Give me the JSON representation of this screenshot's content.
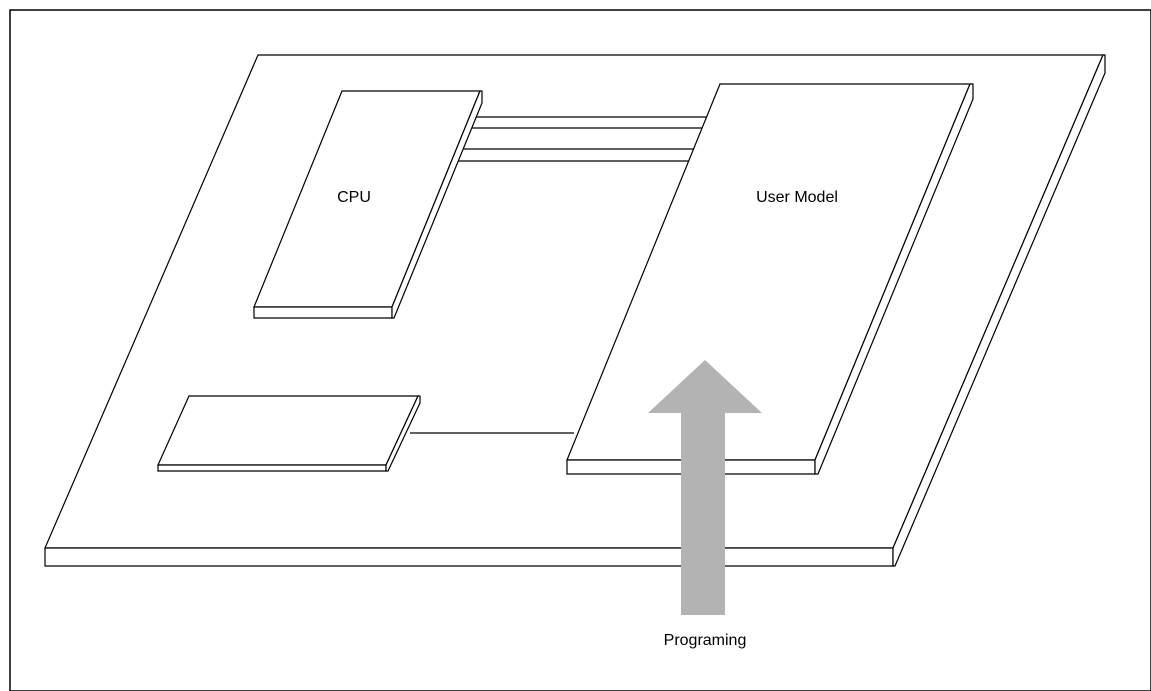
{
  "diagram": {
    "labels": {
      "cpu": "CPU",
      "user_model": "User Model",
      "programming": "Programing"
    },
    "colors": {
      "line": "#000000",
      "background": "#ffffff",
      "arrow": "#b3b3b3"
    }
  }
}
